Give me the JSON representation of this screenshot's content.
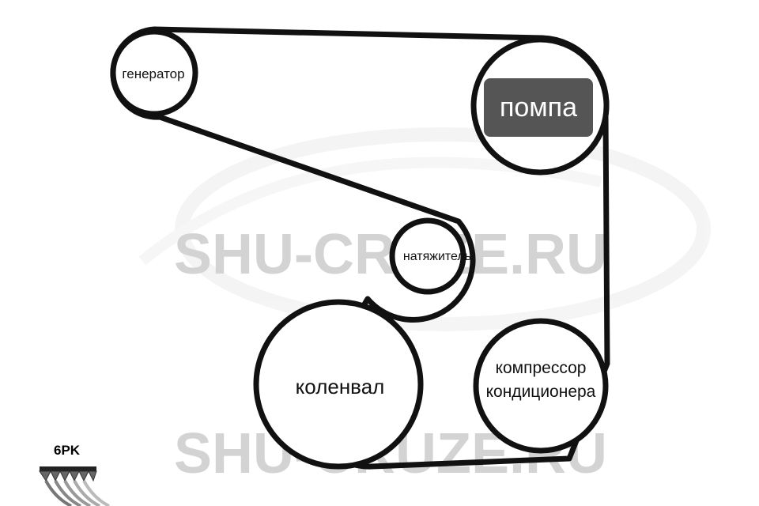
{
  "watermark": {
    "text": "SHU-CRUZE.RU",
    "color": "#d3d3d3"
  },
  "pulleys": {
    "generator": {
      "label": "генератор"
    },
    "pump": {
      "label": "помпа",
      "highlight": "#555555"
    },
    "tensioner": {
      "label": "натяжитель"
    },
    "crankshaft": {
      "label": "коленвал"
    },
    "compressor": {
      "label_line1": "компрессор",
      "label_line2": "кондиционера"
    }
  },
  "belt": {
    "code": "6PK",
    "color": "#111111"
  }
}
